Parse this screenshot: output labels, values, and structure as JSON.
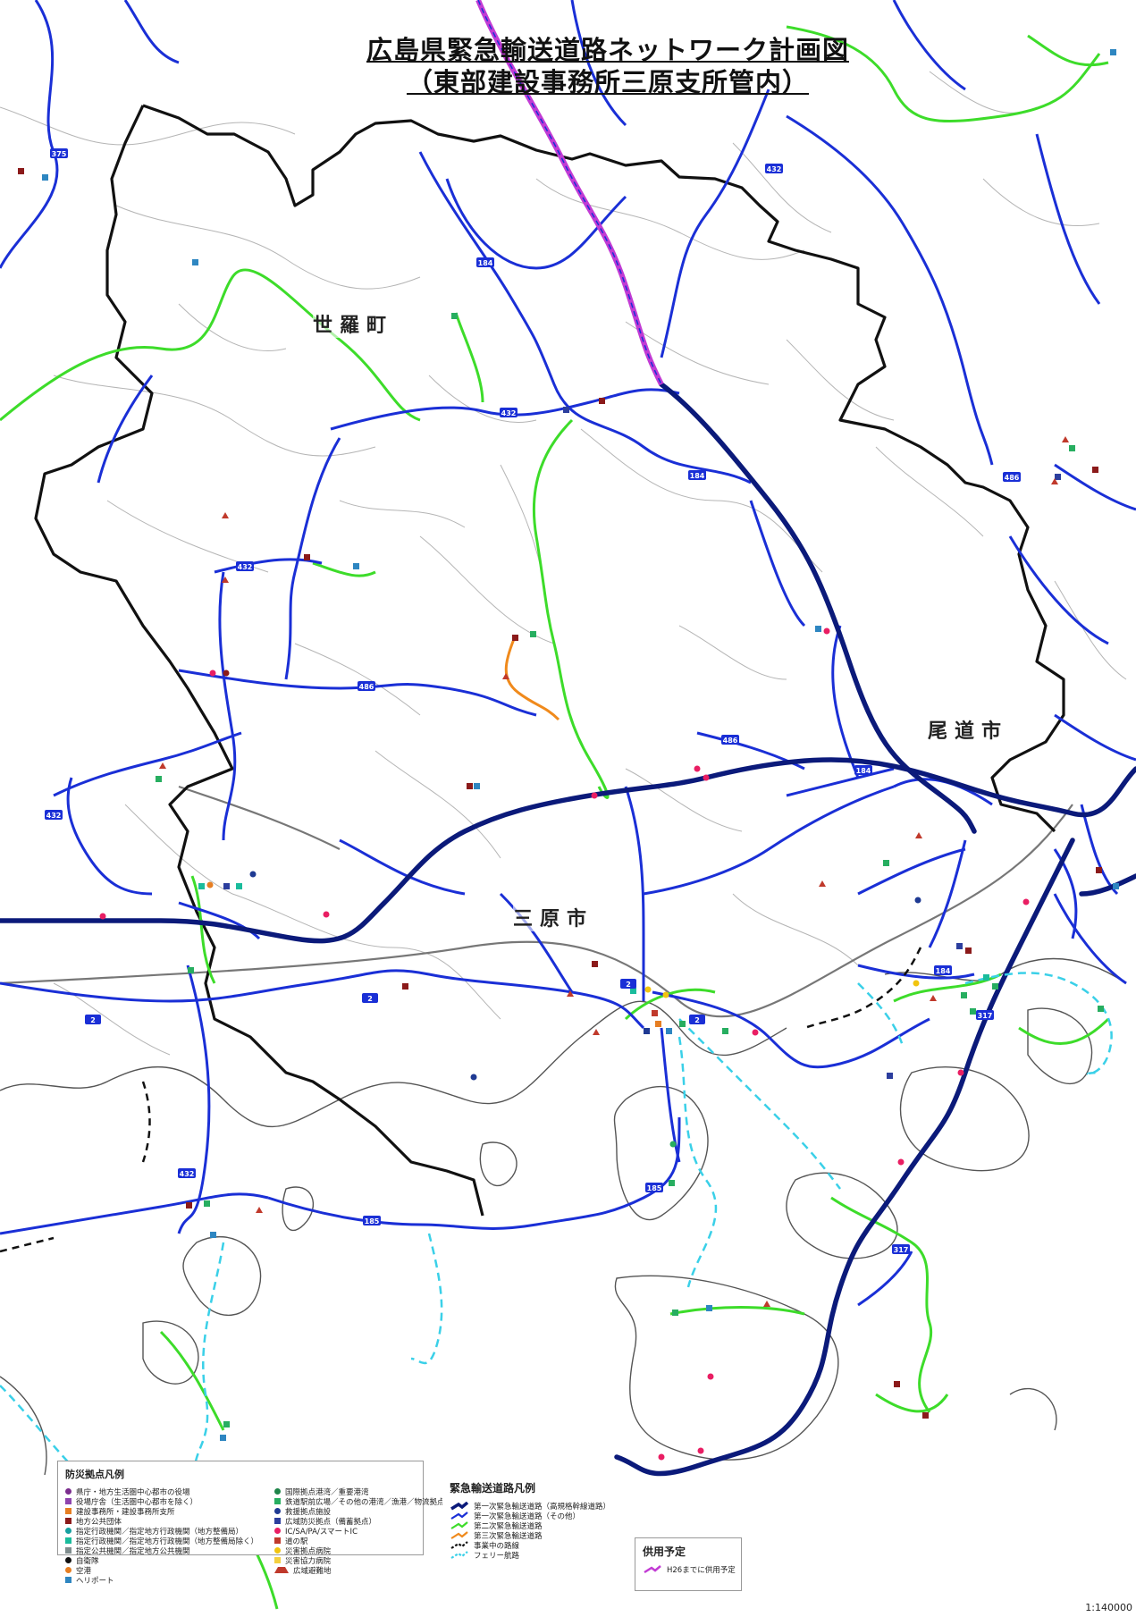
{
  "title": {
    "line1": "広島県緊急輸送道路ネットワーク計画図",
    "line2": "（東部建設事務所三原支所管内）"
  },
  "places": {
    "sera": "世羅町",
    "mihara": "三原市",
    "onomichi": "尾道市"
  },
  "route_numbers": [
    "375",
    "184",
    "432",
    "432",
    "184",
    "432",
    "486",
    "486",
    "184",
    "432",
    "2",
    "2",
    "2",
    "2",
    "184",
    "317",
    "317",
    "432",
    "185",
    "185",
    "486"
  ],
  "bosai_legend": {
    "title": "防災拠点凡例",
    "col1": [
      {
        "label": "県庁・地方生活圏中心都市の役場",
        "color": "#7b2d8e",
        "shape": "circle"
      },
      {
        "label": "役場庁舎（生活圏中心都市を除く）",
        "color": "#8e44ad",
        "shape": "square"
      },
      {
        "label": "建設事務所・建設事務所支所",
        "color": "#e67e22",
        "shape": "square"
      },
      {
        "label": "地方公共団体",
        "color": "#8b1a1a",
        "shape": "square"
      },
      {
        "label": "指定行政機関／指定地方行政機関（地方整備局）",
        "color": "#16a0a0",
        "shape": "circle"
      },
      {
        "label": "指定行政機関／指定地方行政機関（地方整備局除く）",
        "color": "#1abc9c",
        "shape": "square"
      },
      {
        "label": "指定公共機関／指定地方公共機関",
        "color": "#7f8c8d",
        "shape": "square"
      },
      {
        "label": "自衛隊",
        "color": "#111111",
        "shape": "circle"
      },
      {
        "label": "空港",
        "color": "#e67e22",
        "shape": "circle"
      },
      {
        "label": "ヘリポート",
        "color": "#2e86c1",
        "shape": "square"
      }
    ],
    "col2": [
      {
        "label": "国際拠点港湾／重要港湾",
        "color": "#1e8449",
        "shape": "circle"
      },
      {
        "label": "鉄道駅前広場／その他の港湾／漁港／物流拠点",
        "color": "#27ae60",
        "shape": "square"
      },
      {
        "label": "救援拠点施設",
        "color": "#1f3a93",
        "shape": "circle"
      },
      {
        "label": "広域防災拠点（備蓄拠点）",
        "color": "#2c3e9e",
        "shape": "square"
      },
      {
        "label": "IC/SA/PA/スマートIC",
        "color": "#e91e63",
        "shape": "circle"
      },
      {
        "label": "道の駅",
        "color": "#c0392b",
        "shape": "square"
      },
      {
        "label": "災害拠点病院",
        "color": "#f1c40f",
        "shape": "circle"
      },
      {
        "label": "災害協力病院",
        "color": "#f4d03f",
        "shape": "square"
      },
      {
        "label": "広域避難地",
        "color": "#c0392b",
        "shape": "triangle"
      }
    ]
  },
  "road_legend": {
    "title": "緊急輸送道路凡例",
    "items": [
      {
        "label": "第一次緊急輸送道路（高規格幹線道路）",
        "color": "#0b1a7a",
        "style": "thick"
      },
      {
        "label": "第一次緊急輸送道路（その他）",
        "color": "#1a2fd6",
        "style": "solid"
      },
      {
        "label": "第二次緊急輸送道路",
        "color": "#3ddc2a",
        "style": "solid"
      },
      {
        "label": "第三次緊急輸送道路",
        "color": "#f08a1c",
        "style": "solid"
      },
      {
        "label": "事業中の路線",
        "color": "#111111",
        "style": "dashed"
      },
      {
        "label": "フェリー航路",
        "color": "#3ad0e8",
        "style": "dashed"
      }
    ]
  },
  "planned_legend": {
    "title": "供用予定",
    "label": "H26までに供用予定",
    "color": "#c23bd4"
  },
  "colors": {
    "expressway": "#0b1a7a",
    "primary": "#1a2fd6",
    "secondary": "#3ddc2a",
    "tertiary": "#f08a1c",
    "ferry": "#3ad0e8",
    "border": "#111111",
    "minor": "#b5b5b5",
    "rail": "#777777",
    "planned": "#c23bd4"
  },
  "scale": "1:140000"
}
